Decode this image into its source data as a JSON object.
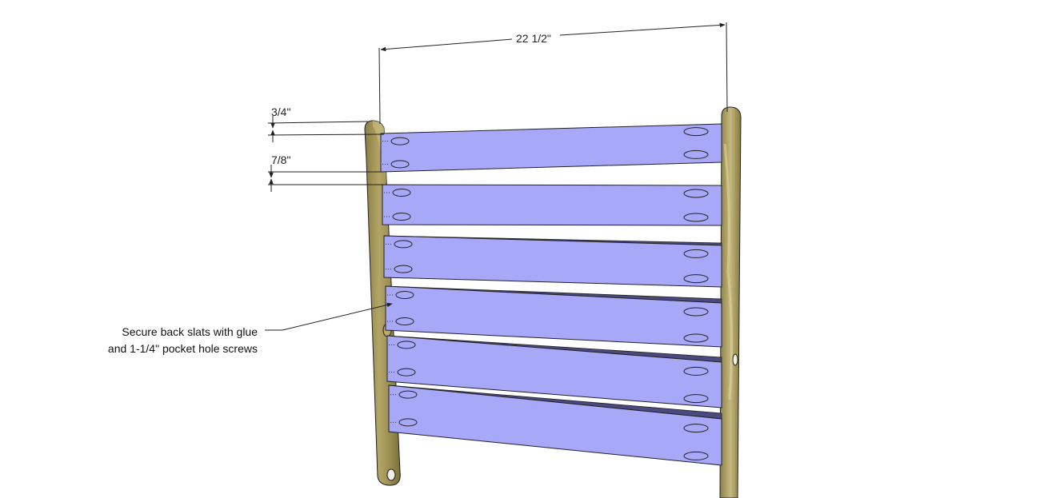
{
  "dimensions": {
    "overall_width": "22 1/2\"",
    "top_offset": "3/4\"",
    "slat_gap": "7/8\""
  },
  "annotation": {
    "line1": "Secure back slats with glue",
    "line2": "and 1-1/4\" pocket hole screws"
  },
  "colors": {
    "slat_face": "#a8a8f8",
    "slat_edge": "#4a4a80",
    "post_wood": "#a89a5a",
    "post_light": "#c9bd85",
    "outline": "#222222"
  },
  "slats": {
    "count": 6,
    "pocket_holes_per_end": 2
  }
}
